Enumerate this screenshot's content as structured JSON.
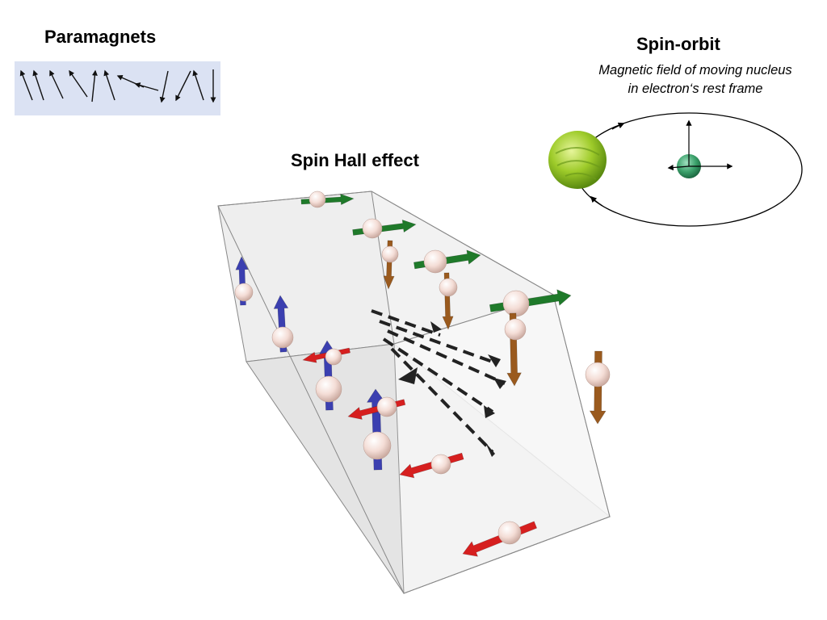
{
  "paramagnets": {
    "title": "Paramagnets",
    "arrow_color": "#111111",
    "box_color": "#dbe2f3",
    "arrow_icon": "arrow-icon"
  },
  "spin_hall": {
    "title": "Spin Hall effect",
    "colors": {
      "spin_up": "#3b3fb0",
      "spin_down": "#9a5a1e",
      "spin_right": "#1f7a2a",
      "spin_left": "#d61f1f",
      "electron": "#f4ddd6",
      "current_arrow": "#222222",
      "box_edge": "#888888"
    }
  },
  "spin_orbit": {
    "title": "Spin-orbit",
    "caption_line1": "Magnetic field of moving nucleus",
    "caption_line2": "in electron‘s rest frame",
    "nucleus_color": "#9ecb2a",
    "electron_color": "#3aa06a",
    "orbit_icon": "ellipse-orbit-icon"
  }
}
